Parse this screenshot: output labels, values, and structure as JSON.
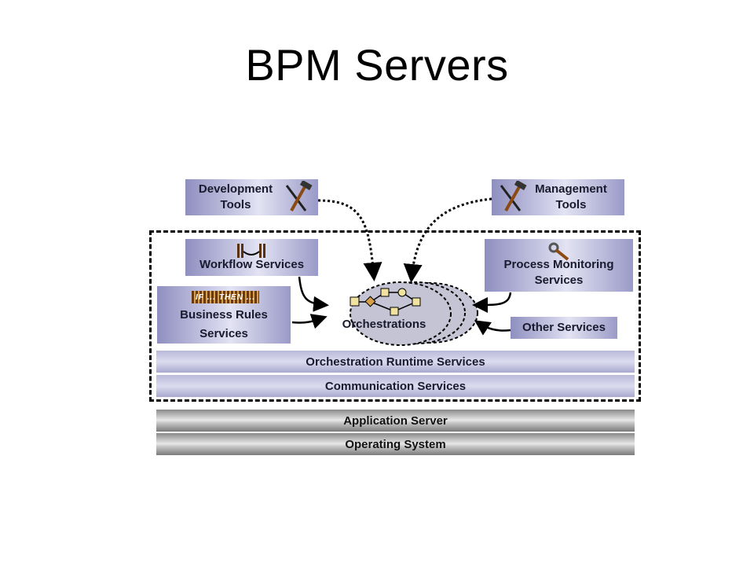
{
  "title": "BPM Servers",
  "tools": {
    "development": [
      "Development",
      "Tools"
    ],
    "management": [
      "Management",
      "Tools"
    ]
  },
  "services": {
    "workflow": "Workflow Services",
    "business_rules": [
      "Business Rules",
      "Services"
    ],
    "business_rules_badge": "IF ... THEN ...",
    "process_monitoring": [
      "Process Monitoring",
      "Services"
    ],
    "other": "Other Services",
    "orchestrations": "Orchestrations"
  },
  "layers": {
    "orchestration_runtime": "Orchestration Runtime Services",
    "communication": "Communication Services",
    "application_server": "Application Server",
    "operating_system": "Operating System"
  },
  "colors": {
    "box_accent": "#b4b4dc",
    "ellipse_fill": "#c4c4d4",
    "hammer_handle": "#8b4a12"
  },
  "icons": [
    "hammer-screwdriver-icon",
    "workflow-icon",
    "wrench-icon",
    "orchestration-flow-icon"
  ]
}
